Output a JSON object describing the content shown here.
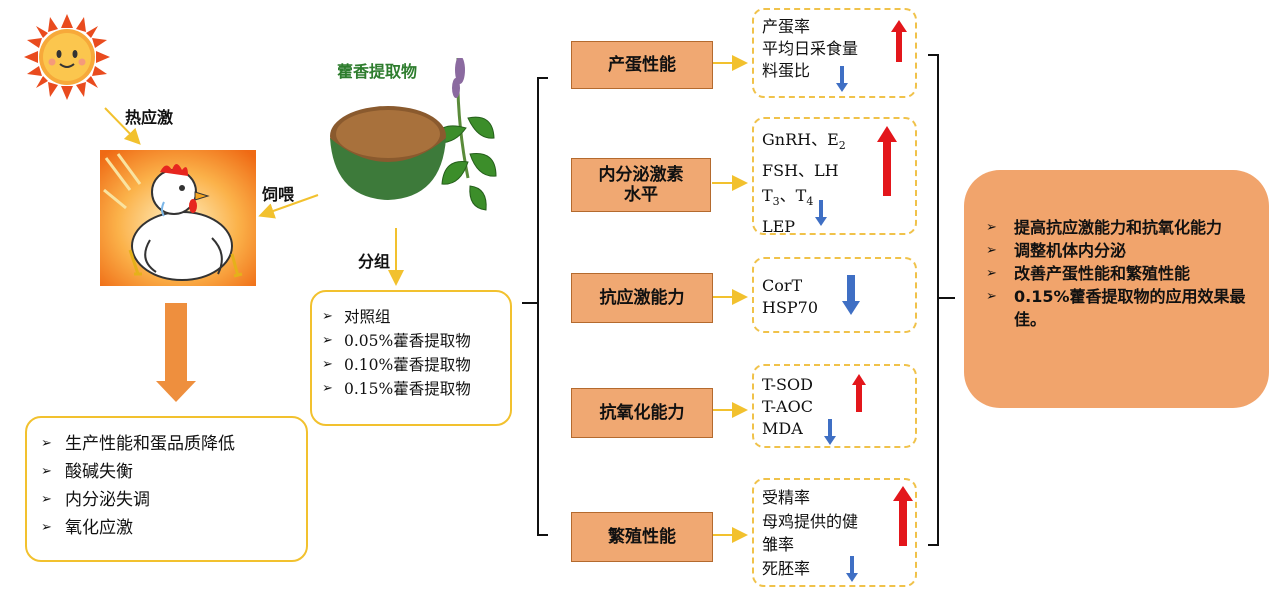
{
  "labels": {
    "heat_stress": "热应激",
    "feeding": "饲喂",
    "grouping": "分组",
    "extract_name": "藿香提取物"
  },
  "stress_effects": [
    "生产性能和蛋品质降低",
    "酸碱失衡",
    "内分泌失调",
    "氧化应激"
  ],
  "groups": [
    "对照组",
    "0.05%藿香提取物",
    "0.10%藿香提取物",
    "0.15%藿香提取物"
  ],
  "categories": [
    {
      "label": "产蛋性能"
    },
    {
      "label": "内分泌激素水平"
    },
    {
      "label": "抗应激能力"
    },
    {
      "label": "抗氧化能力"
    },
    {
      "label": "繁殖性能"
    }
  ],
  "indicators": {
    "egg": {
      "up": [
        "产蛋率",
        "平均日采食量"
      ],
      "down": [
        "料蛋比"
      ]
    },
    "endocrine": {
      "gnrh": "GnRH、E",
      "gnrh_sub": "2",
      "fsh": "FSH、LH",
      "t_a": "T",
      "t_a_sub": "3",
      "t_sep": "、T",
      "t_b_sub": "4",
      "lep": "LEP"
    },
    "anti_stress": {
      "down": [
        "CorT",
        "HSP70"
      ]
    },
    "antioxidant": {
      "up": [
        "T-SOD",
        "T-AOC"
      ],
      "down": [
        "MDA"
      ]
    },
    "reproduction": {
      "up": [
        "受精率",
        "母鸡提供的健",
        "雏率"
      ],
      "down": [
        "死胚率"
      ]
    }
  },
  "conclusions": [
    "提高抗应激能力和抗氧化能力",
    "调整机体内分泌",
    "改善产蛋性能和繁殖性能",
    "0.15%藿香提取物的应用效果最佳。"
  ],
  "colors": {
    "orange_box": "#F0A872",
    "arrow_yellow": "#F2C12E",
    "up_red": "#E3161B",
    "down_blue": "#3F6FC4",
    "conclusion_bg": "#F1A46C"
  },
  "icons": [
    "sun-icon",
    "chicken-heat-icon",
    "herb-extract-icon",
    "arrow-up-icon",
    "arrow-down-icon"
  ]
}
